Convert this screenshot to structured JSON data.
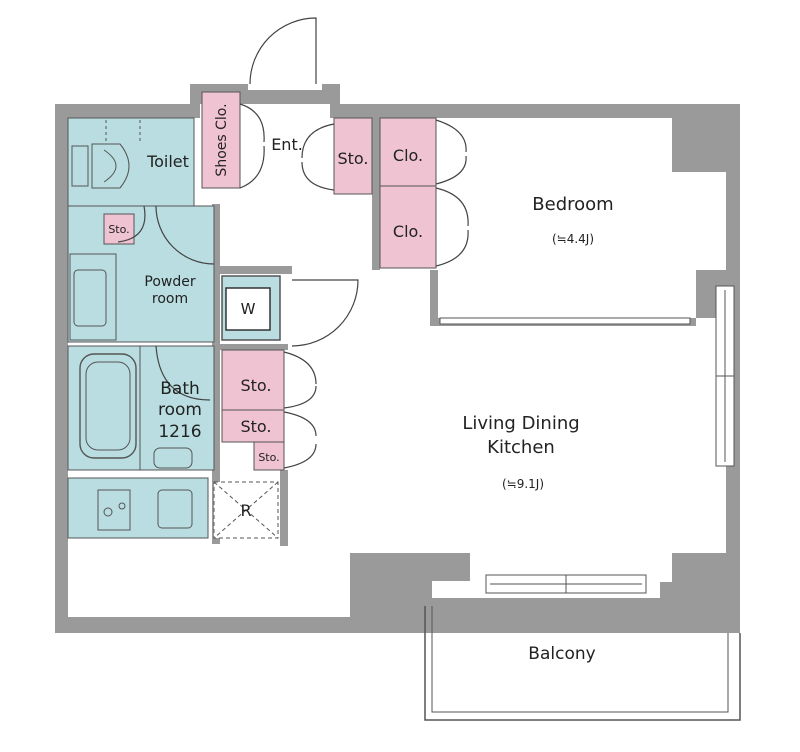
{
  "colors": {
    "wall": "#9a9a9a",
    "wet_area": "#b9dde0",
    "storage": "#efc3d2",
    "floor": "#ffffff",
    "line": "#555555",
    "text": "#222222"
  },
  "labels": {
    "shoes": "Shoes Clo.",
    "entrance": "Ent.",
    "entrance_storage": "Sto.",
    "closet_upper": "Clo.",
    "closet_lower": "Clo.",
    "bedroom": "Bedroom",
    "bedroom_size": "(≒4.4J)",
    "toilet": "Toilet",
    "toilet_storage": "Sto.",
    "powder_room_line1": "Powder",
    "powder_room_line2": "room",
    "washer": "W",
    "bathroom_line1": "Bath",
    "bathroom_line2": "room",
    "bathroom_line3": "1216",
    "storage_1": "Sto.",
    "storage_2": "Sto.",
    "storage_3": "Sto.",
    "ldk_line1": "Living Dining",
    "ldk_line2": "Kitchen",
    "ldk_size": "(≒9.1J)",
    "fridge": "R",
    "balcony": "Balcony"
  }
}
